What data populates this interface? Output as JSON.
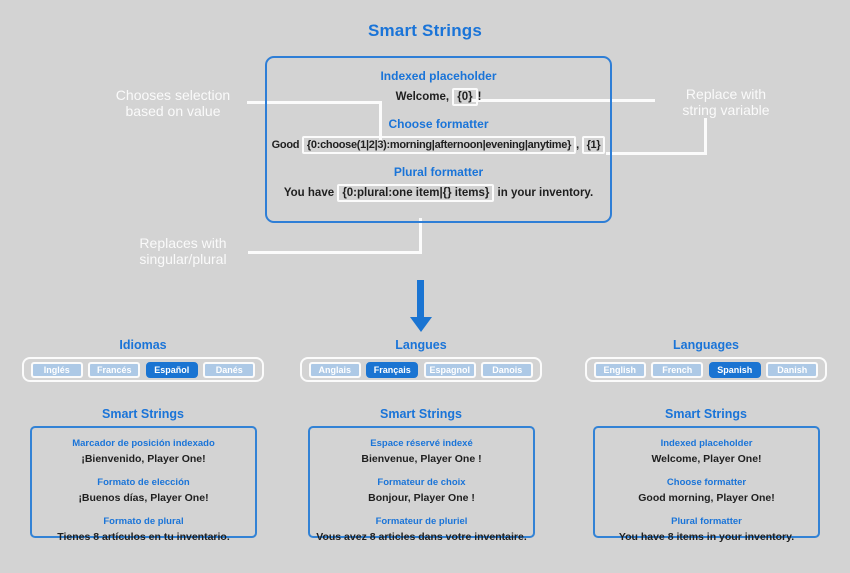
{
  "colors": {
    "background": "#d3d3d3",
    "accent_blue": "#1a74d8",
    "box_border_blue": "#2e7ed6",
    "pill_background": "#adc9e6",
    "selected_pill_blue": "#1a74d2",
    "wire_white": "#fbfbfb",
    "text_dark": "#1f1f1f"
  },
  "title": "Smart Strings",
  "main_box": {
    "sections": [
      {
        "heading": "Indexed placeholder",
        "pre": "Welcome, ",
        "token": "{0}",
        "post": "!"
      },
      {
        "heading": "Choose formatter",
        "pre": "Good ",
        "token1": "{0:choose(1|2|3):morning|afternoon|evening|anytime}",
        "mid": ", ",
        "token2": "{1}"
      },
      {
        "heading": "Plural formatter",
        "pre": "You have ",
        "token": "{0:plural:one item|{} items}",
        "post": " in your inventory."
      }
    ]
  },
  "annotations": {
    "choose_note": "Chooses selection\nbased on value",
    "replace_note": "Replace with\nstring variable",
    "plural_note": "Replaces with\nsingular/plural"
  },
  "language_selectors": [
    {
      "heading": "Idiomas",
      "options": [
        {
          "label": "Inglés",
          "selected": false
        },
        {
          "label": "Francés",
          "selected": false
        },
        {
          "label": "Español",
          "selected": true
        },
        {
          "label": "Danés",
          "selected": false
        }
      ]
    },
    {
      "heading": "Langues",
      "options": [
        {
          "label": "Anglais",
          "selected": false
        },
        {
          "label": "Français",
          "selected": true
        },
        {
          "label": "Espagnol",
          "selected": false
        },
        {
          "label": "Danois",
          "selected": false
        }
      ]
    },
    {
      "heading": "Languages",
      "options": [
        {
          "label": "English",
          "selected": false
        },
        {
          "label": "French",
          "selected": false
        },
        {
          "label": "Spanish",
          "selected": true
        },
        {
          "label": "Danish",
          "selected": false
        }
      ]
    }
  ],
  "result_cards": [
    {
      "heading": "Smart Strings",
      "entries": [
        {
          "label": "Marcador de posición indexado",
          "value": "¡Bienvenido, Player One!"
        },
        {
          "label": "Formato de elección",
          "value": "¡Buenos días, Player One!"
        },
        {
          "label": "Formato de plural",
          "value": "Tienes 8 artículos en tu inventario."
        }
      ]
    },
    {
      "heading": "Smart Strings",
      "entries": [
        {
          "label": "Espace réservé indexé",
          "value": "Bienvenue, Player One !"
        },
        {
          "label": "Formateur de choix",
          "value": "Bonjour, Player One !"
        },
        {
          "label": "Formateur de pluriel",
          "value": "Vous avez 8 articles dans votre inventaire."
        }
      ]
    },
    {
      "heading": "Smart Strings",
      "entries": [
        {
          "label": "Indexed placeholder",
          "value": "Welcome, Player One!"
        },
        {
          "label": "Choose formatter",
          "value": "Good morning, Player One!"
        },
        {
          "label": "Plural formatter",
          "value": "You have 8 items in your inventory."
        }
      ]
    }
  ]
}
